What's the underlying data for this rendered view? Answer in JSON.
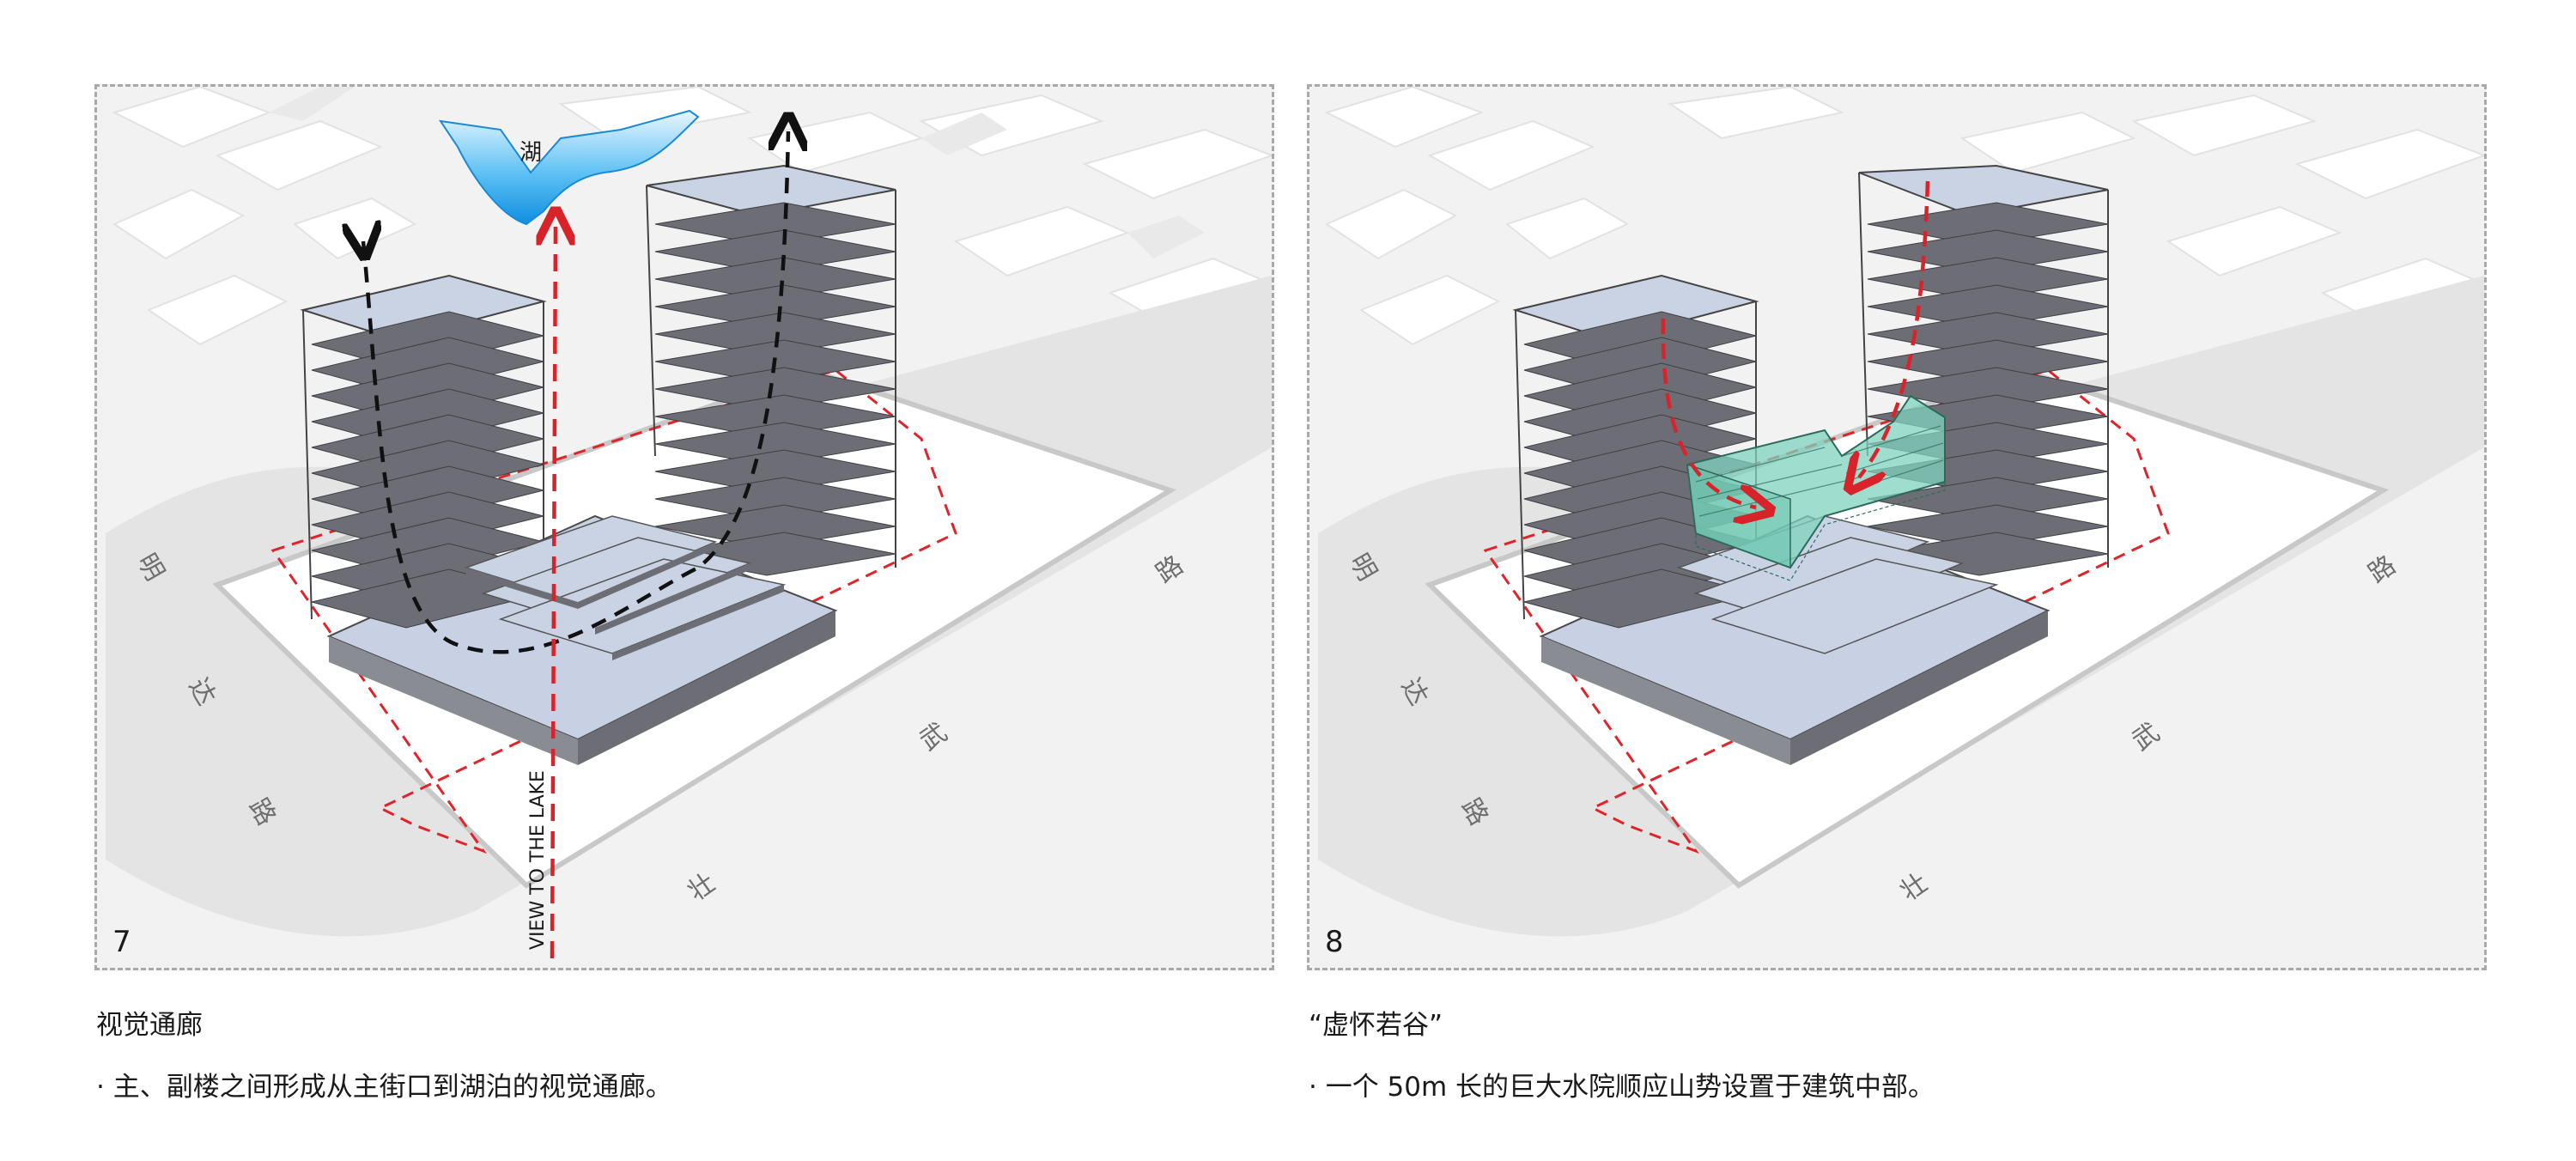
{
  "panels": [
    {
      "number": "7",
      "lake_label": "湖",
      "view_label": "VIEW TO THE LAKE",
      "roads": {
        "left": [
          "明",
          "达",
          "路"
        ],
        "right": [
          "路",
          "武",
          "壮"
        ]
      }
    },
    {
      "number": "8",
      "roads": {
        "left": [
          "明",
          "达",
          "路"
        ],
        "right": [
          "路",
          "武",
          "壮"
        ]
      }
    }
  ],
  "captions": [
    {
      "title": "视觉通廊",
      "text": "· 主、副楼之间形成从主街口到湖泊的视觉通廊。"
    },
    {
      "title": "“虚怀若谷”",
      "text": "· 一个 50m 长的巨大水院顺应山势设置于建筑中部。"
    }
  ],
  "colors": {
    "frame_dashed": "#a9a9a9",
    "boundary_dashed": "#e0242a",
    "path_red": "#d8232a",
    "path_black": "#111111",
    "slab_top": "#c9d3e4",
    "slab_side": "#6d6e75",
    "lake": "#1aa0e8",
    "courtyard": "#7fd3bd"
  }
}
